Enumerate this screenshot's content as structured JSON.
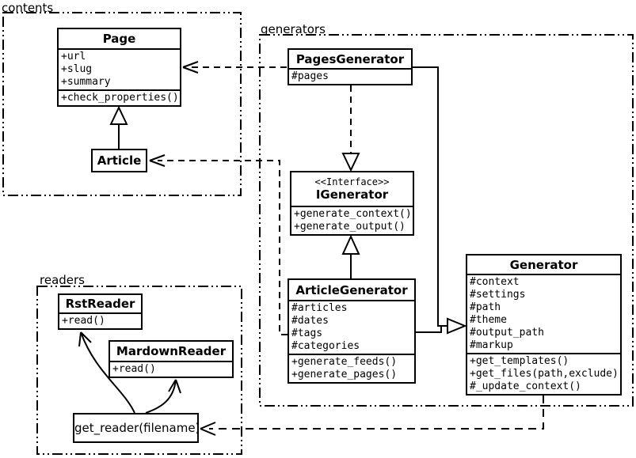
{
  "diagram": {
    "packages": {
      "contents": {
        "label": "contents"
      },
      "generators": {
        "label": "generators"
      },
      "readers": {
        "label": "readers"
      }
    },
    "classes": {
      "page": {
        "name": "Page",
        "attributes": [
          "+url",
          "+slug",
          "+summary"
        ],
        "methods": [
          "+check_properties()"
        ]
      },
      "article": {
        "name": "Article"
      },
      "pagesGenerator": {
        "name": "PagesGenerator",
        "attributes": [
          "#pages"
        ]
      },
      "igenerator": {
        "stereotype": "<<Interface>>",
        "name": "IGenerator",
        "methods": [
          "+generate_context()",
          "+generate_output()"
        ]
      },
      "articleGenerator": {
        "name": "ArticleGenerator",
        "attributes": [
          "#articles",
          "#dates",
          "#tags",
          "#categories"
        ],
        "methods": [
          "+generate_feeds()",
          "+generate_pages()"
        ]
      },
      "generator": {
        "name": "Generator",
        "attributes": [
          "#context",
          "#settings",
          "#path",
          "#theme",
          "#output_path",
          "#markup"
        ],
        "methods": [
          "+get_templates()",
          "+get_files(path,exclude)",
          "#_update_context()"
        ]
      },
      "rstReader": {
        "name": "RstReader",
        "methods": [
          "+read()"
        ]
      },
      "mardownReader": {
        "name": "MardownReader",
        "methods": [
          "+read()"
        ]
      },
      "getReader": {
        "name": "get_reader(filename)"
      }
    },
    "relations": [
      {
        "from": "Article",
        "to": "Page",
        "type": "generalization-solid-triangle"
      },
      {
        "from": "ArticleGenerator",
        "to": "IGenerator",
        "type": "generalization-solid-triangle"
      },
      {
        "from": "PagesGenerator",
        "to": "IGenerator",
        "type": "realization-dashed-triangle"
      },
      {
        "from": "PagesGenerator",
        "to": "Generator",
        "type": "generalization-solid-triangle"
      },
      {
        "from": "ArticleGenerator",
        "to": "Generator",
        "type": "generalization-solid-triangle"
      },
      {
        "from": "PagesGenerator",
        "to": "Page",
        "type": "dependency-dashed-open-arrow"
      },
      {
        "from": "ArticleGenerator",
        "to": "Article",
        "type": "dependency-dashed-open-arrow"
      },
      {
        "from": "Generator",
        "to": "get_reader(filename)",
        "type": "dependency-dashed-open-arrow"
      },
      {
        "from": "get_reader(filename)",
        "to": "RstReader",
        "type": "curved-open-arrow"
      },
      {
        "from": "get_reader(filename)",
        "to": "MardownReader",
        "type": "curved-open-arrow"
      }
    ],
    "colors": {
      "line": "#000000",
      "background": "#ffffff"
    }
  }
}
